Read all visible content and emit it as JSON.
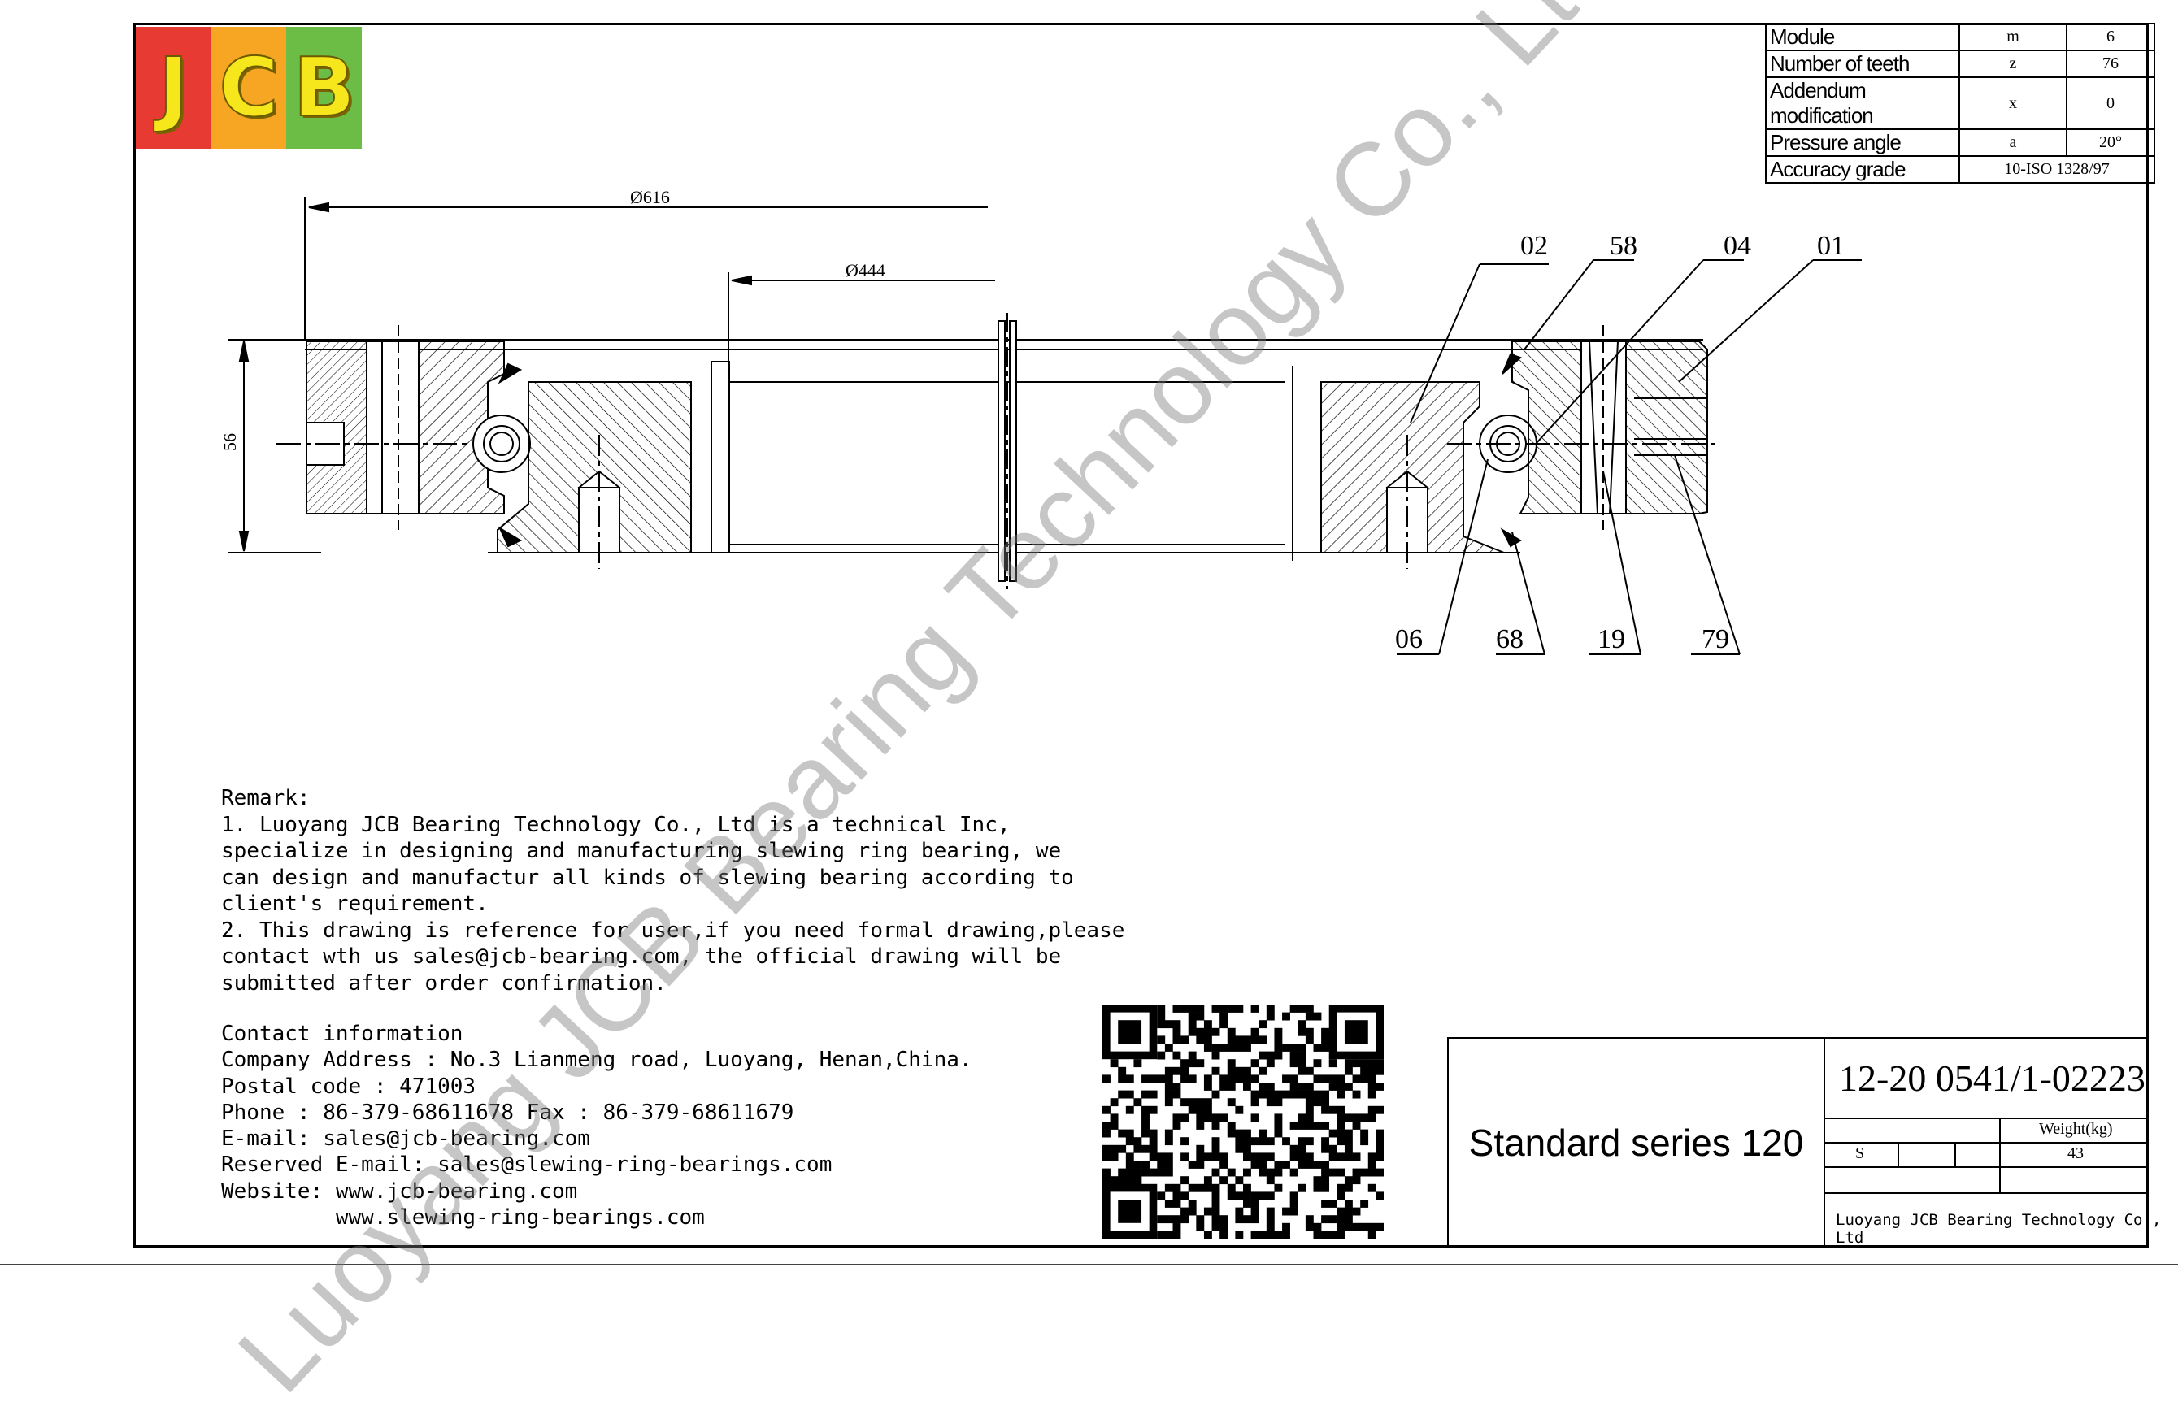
{
  "logo": {
    "letters": [
      "J",
      "C",
      "B"
    ],
    "colors": [
      "#e63a33",
      "#f6a623",
      "#6cbd45"
    ]
  },
  "params": [
    {
      "name": "Module",
      "symbol": "m",
      "value": "6"
    },
    {
      "name": "Number of teeth",
      "symbol": "z",
      "value": "76"
    },
    {
      "name": "Addendum modification",
      "symbol": "x",
      "value": "0"
    },
    {
      "name": "Pressure angle",
      "symbol": "a",
      "value": "20°"
    },
    {
      "name": "Accuracy grade",
      "symbol": "",
      "value": "10-ISO 1328/97"
    }
  ],
  "dims": {
    "outer": "Ø616",
    "inner": "Ø444",
    "height": "56"
  },
  "callouts": {
    "c02": "02",
    "c58": "58",
    "c04": "04",
    "c01": "01",
    "c06": "06",
    "c68": "68",
    "c19": "19",
    "c79": "79"
  },
  "remark": {
    "heading": "Remark:",
    "lines": [
      "1. Luoyang JCB Bearing Technology Co., Ltd is a technical Inc,",
      "specialize in designing and manufacturing slewing ring bearing, we",
      "can design and manufactur all kinds of slewing bearing according to",
      "client's requirement.",
      "2. This drawing is reference for user,if you need formal drawing,please",
      "contact wth us sales@jcb-bearing.com, the official drawing will be",
      "submitted after order confirmation."
    ]
  },
  "contact": {
    "heading": "Contact information",
    "lines": [
      "Company Address : No.3 Lianmeng road, Luoyang, Henan,China.",
      "Postal code : 471003",
      "Phone : 86-379-68611678 Fax : 86-379-68611679",
      "E-mail: sales@jcb-bearing.com",
      "Reserved E-mail: sales@slewing-ring-bearings.com",
      "Website: www.jcb-bearing.com",
      "         www.slewing-ring-bearings.com"
    ]
  },
  "title_block": {
    "series": "Standard series 120",
    "drawing_number": "12-20 0541/1-02223",
    "weight_label": "Weight(kg)",
    "scale_symbol": "S",
    "weight_value": "43",
    "company": "Luoyang JCB Bearing Technology Co., Ltd"
  },
  "watermark": "Luoyang JCB Bearing Technology Co., Ltd"
}
